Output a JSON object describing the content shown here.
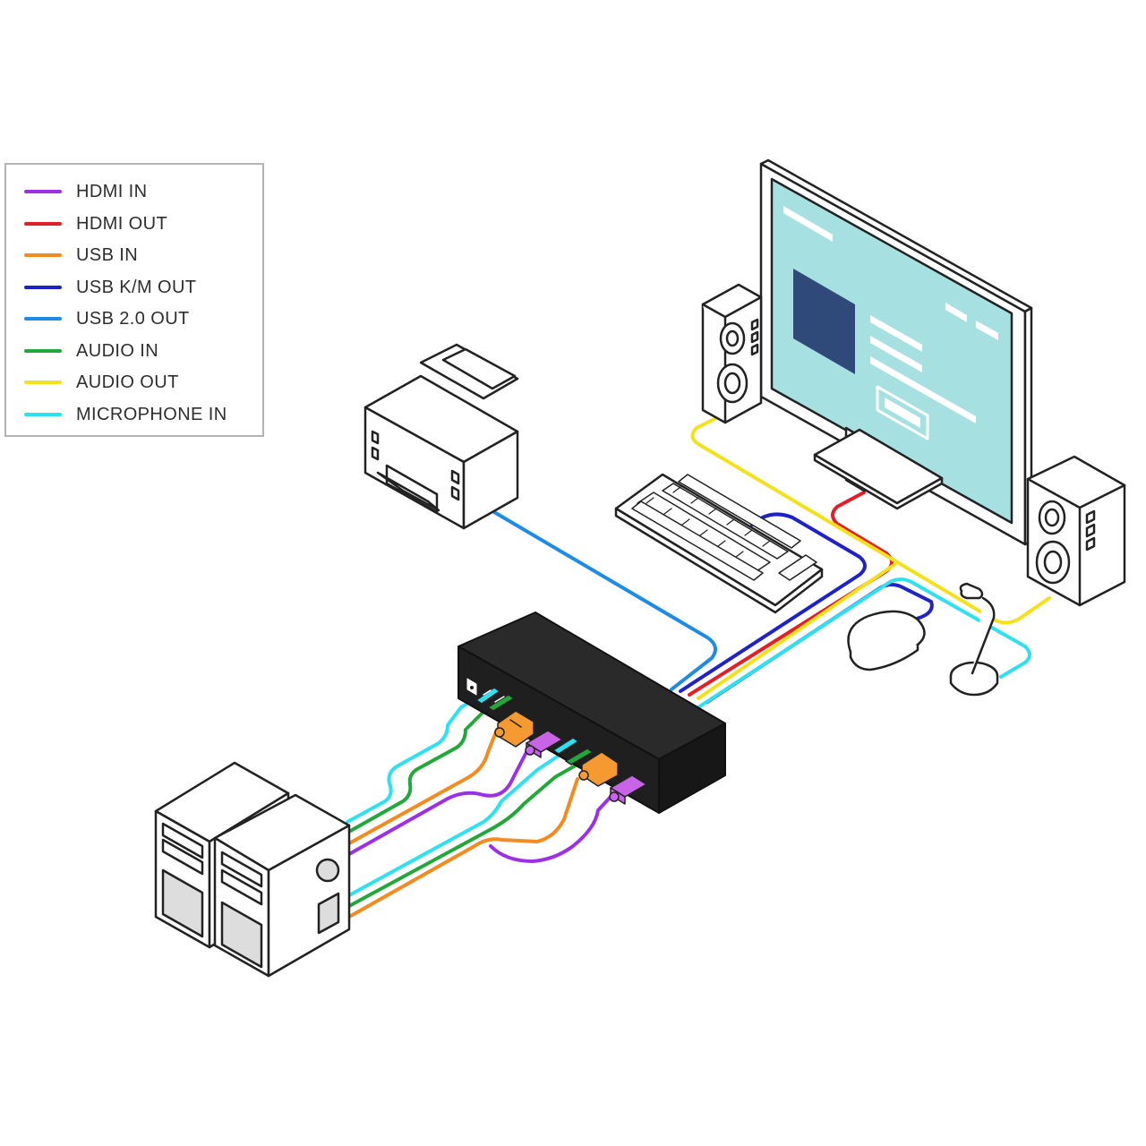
{
  "legend": {
    "items": [
      {
        "label": "HDMI IN",
        "color": "#9b30e8"
      },
      {
        "label": "HDMI OUT",
        "color": "#e41e26"
      },
      {
        "label": "USB IN",
        "color": "#f58a1f"
      },
      {
        "label": "USB K/M OUT",
        "color": "#1e22c8"
      },
      {
        "label": "USB 2.0 OUT",
        "color": "#1e8ce6"
      },
      {
        "label": "AUDIO IN",
        "color": "#22a83a"
      },
      {
        "label": "AUDIO OUT",
        "color": "#f5e01c"
      },
      {
        "label": "MICROPHONE IN",
        "color": "#2ee0f0"
      }
    ]
  },
  "colors": {
    "outline": "#222222",
    "screen": "#a6e0e0",
    "screen_block": "#2f4a78",
    "switch_body": "#1f1f1f",
    "pc_body": "#ffffff",
    "hdmi_plug": "#c964e8",
    "usb_plug": "#f59a30"
  },
  "devices": [
    "monitor",
    "speaker-left",
    "speaker-right",
    "printer",
    "keyboard",
    "mouse",
    "microphone",
    "kvm-switch",
    "computer-1",
    "computer-2"
  ]
}
